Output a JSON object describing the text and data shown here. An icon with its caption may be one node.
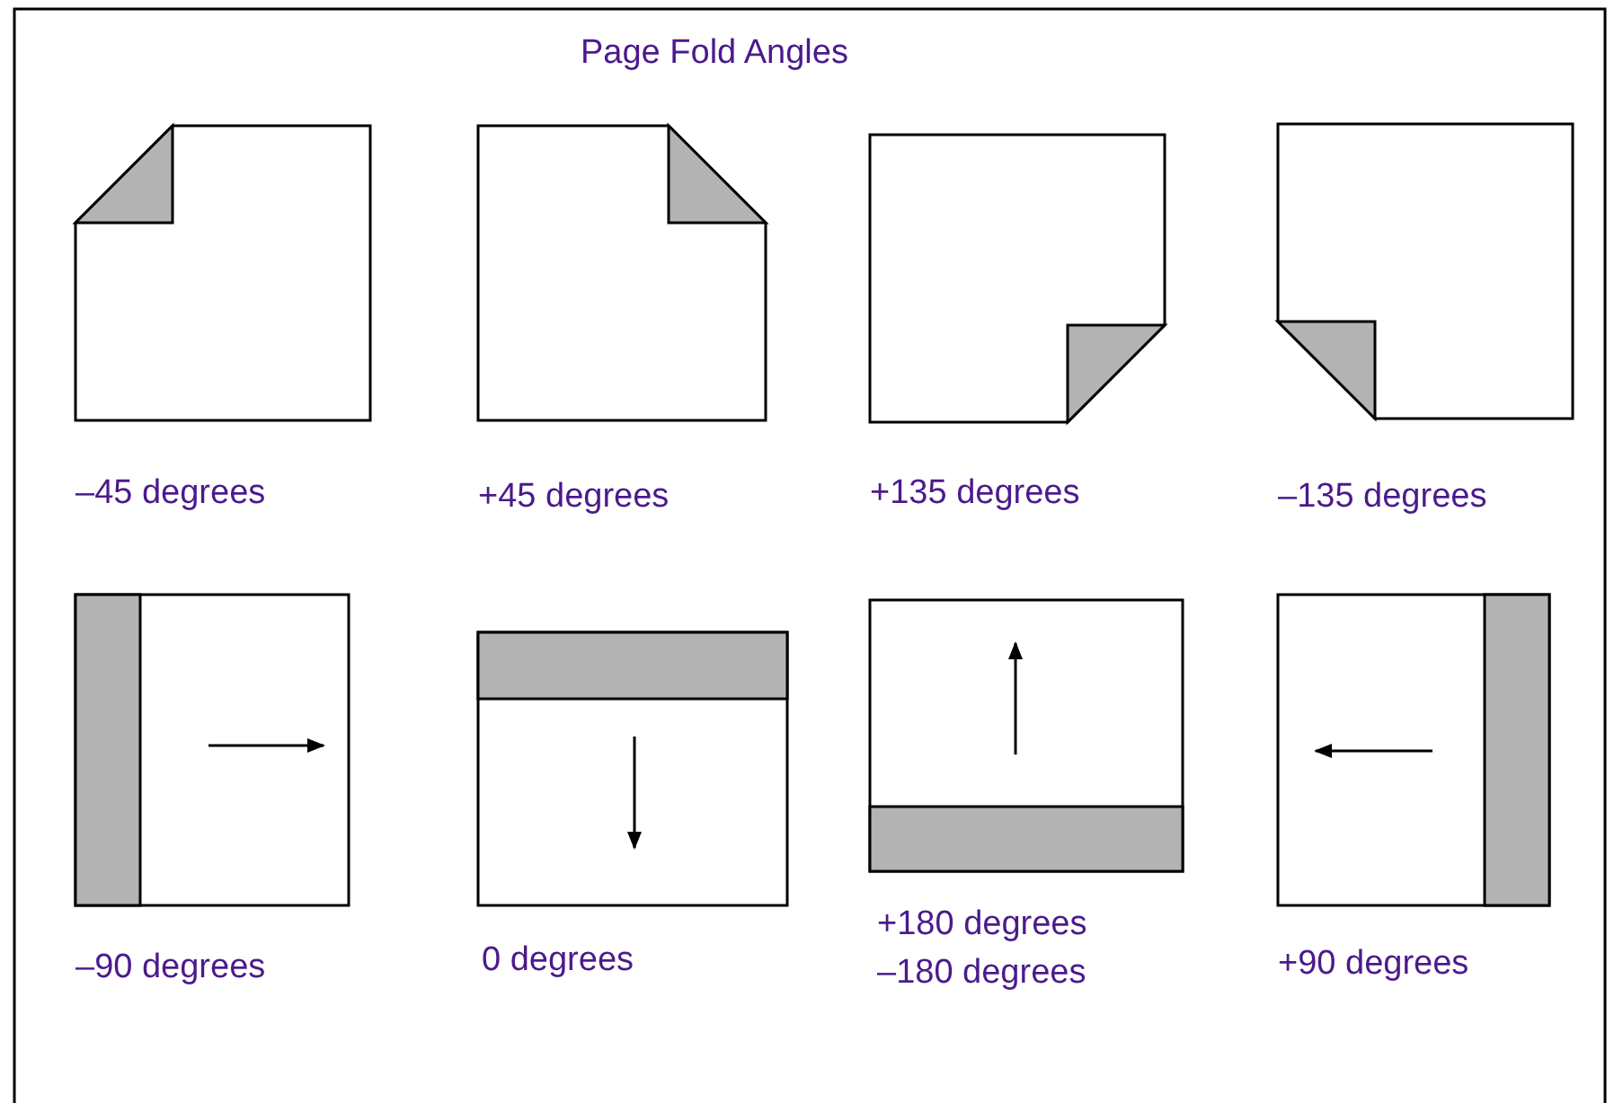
{
  "diagram": {
    "title": "Page Fold Angles",
    "labels": [
      "–45 degrees",
      "+45 degrees",
      "+135 degrees",
      "–135 degrees",
      "–90 degrees",
      "0 degrees",
      "+180 degrees",
      "–180 degrees",
      "+90 degrees"
    ]
  }
}
